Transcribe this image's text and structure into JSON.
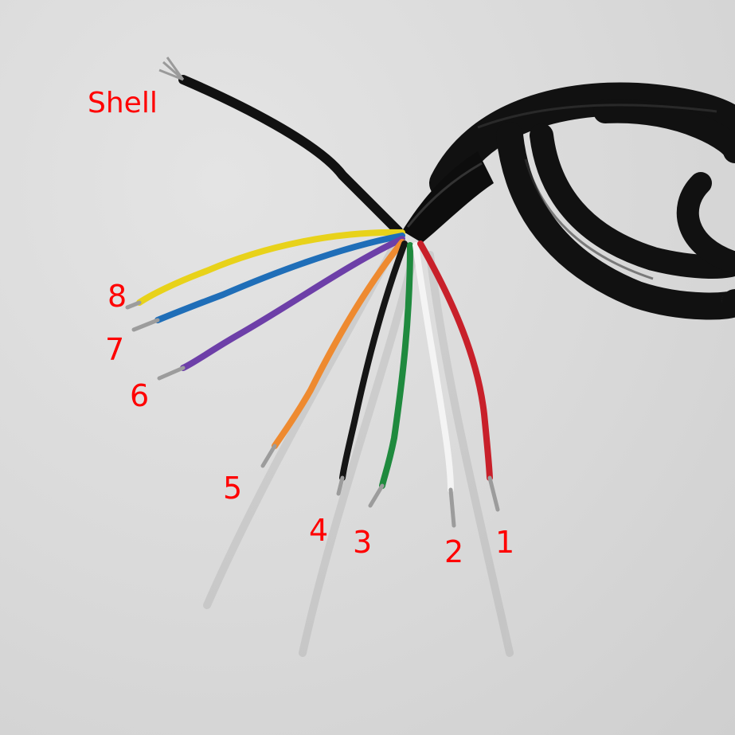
{
  "image": {
    "description": "Black shielded cable with 8 colored conductors and a shell drain wire, stripped ends, each labeled with a pin number",
    "background_color": "#dadada"
  },
  "labels": {
    "shell": "Shell",
    "pin1": "1",
    "pin2": "2",
    "pin3": "3",
    "pin4": "4",
    "pin5": "5",
    "pin6": "6",
    "pin7": "7",
    "pin8": "8"
  },
  "wires": [
    {
      "pin": "1",
      "color_name": "red",
      "color": "#c8202a"
    },
    {
      "pin": "2",
      "color_name": "white",
      "color": "#f4f4f4"
    },
    {
      "pin": "3",
      "color_name": "green",
      "color": "#1f8a3e"
    },
    {
      "pin": "4",
      "color_name": "black",
      "color": "#151515"
    },
    {
      "pin": "5",
      "color_name": "orange",
      "color": "#ee8a30"
    },
    {
      "pin": "6",
      "color_name": "purple",
      "color": "#6d3fa8"
    },
    {
      "pin": "7",
      "color_name": "blue",
      "color": "#1f6eb8"
    },
    {
      "pin": "8",
      "color_name": "yellow",
      "color": "#e8d21a"
    },
    {
      "pin": "Shell",
      "color_name": "black drain",
      "color": "#111111"
    }
  ],
  "label_color": "#ff0000",
  "cable_color": "#111111"
}
